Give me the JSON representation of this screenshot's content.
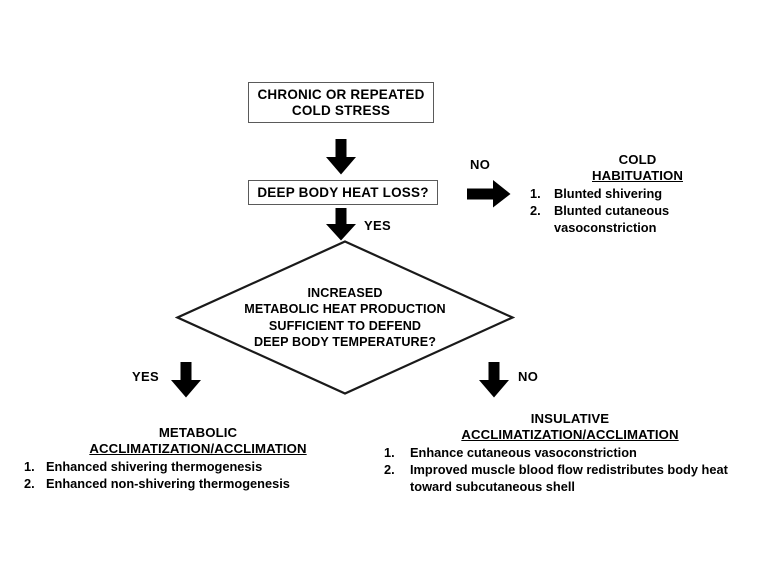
{
  "diagram": {
    "title": "Chronic or repeated cold stress adaptation flowchart",
    "start_box": {
      "line1": "CHRONIC OR REPEATED",
      "line2": "COLD STRESS"
    },
    "decision_1": {
      "label": "DEEP BODY HEAT LOSS?",
      "yes_label": "YES",
      "no_label": "NO"
    },
    "decision_2": {
      "line1": "INCREASED",
      "line2": "METABOLIC HEAT PRODUCTION",
      "line3": "SUFFICIENT  TO DEFEND",
      "line4": "DEEP BODY TEMPERATURE?",
      "yes_label": "YES",
      "no_label": "NO"
    },
    "outcomes": [
      {
        "id": "cold-habituation",
        "heading_line1": "COLD",
        "heading_line2": "HABITUATION",
        "items": [
          {
            "num": "1.",
            "text": "Blunted shivering"
          },
          {
            "num": "2.",
            "text": "Blunted cutaneous vasoconstriction"
          }
        ]
      },
      {
        "id": "metabolic-acclimatization",
        "heading_line1": "METABOLIC",
        "heading_line2": "ACCLIMATIZATION/ACCLIMATION",
        "items": [
          {
            "num": "1.",
            "text": "Enhanced shivering thermogenesis"
          },
          {
            "num": "2.",
            "text": "Enhanced non-shivering thermogenesis"
          }
        ]
      },
      {
        "id": "insulative-acclimatization",
        "heading_line1": "INSULATIVE",
        "heading_line2": "ACCLIMATIZATION/ACCLIMATION",
        "items": [
          {
            "num": "1.",
            "text": "Enhance cutaneous vasoconstriction"
          },
          {
            "num": "2.",
            "text": "Improved muscle blood flow redistributes body heat toward subcutaneous shell"
          }
        ]
      }
    ],
    "colors": {
      "background": "#ffffff",
      "text": "#000000",
      "box_border": "#5a5a5a",
      "shape_stroke": "#1a1a1a",
      "arrow_fill": "#000000"
    }
  }
}
